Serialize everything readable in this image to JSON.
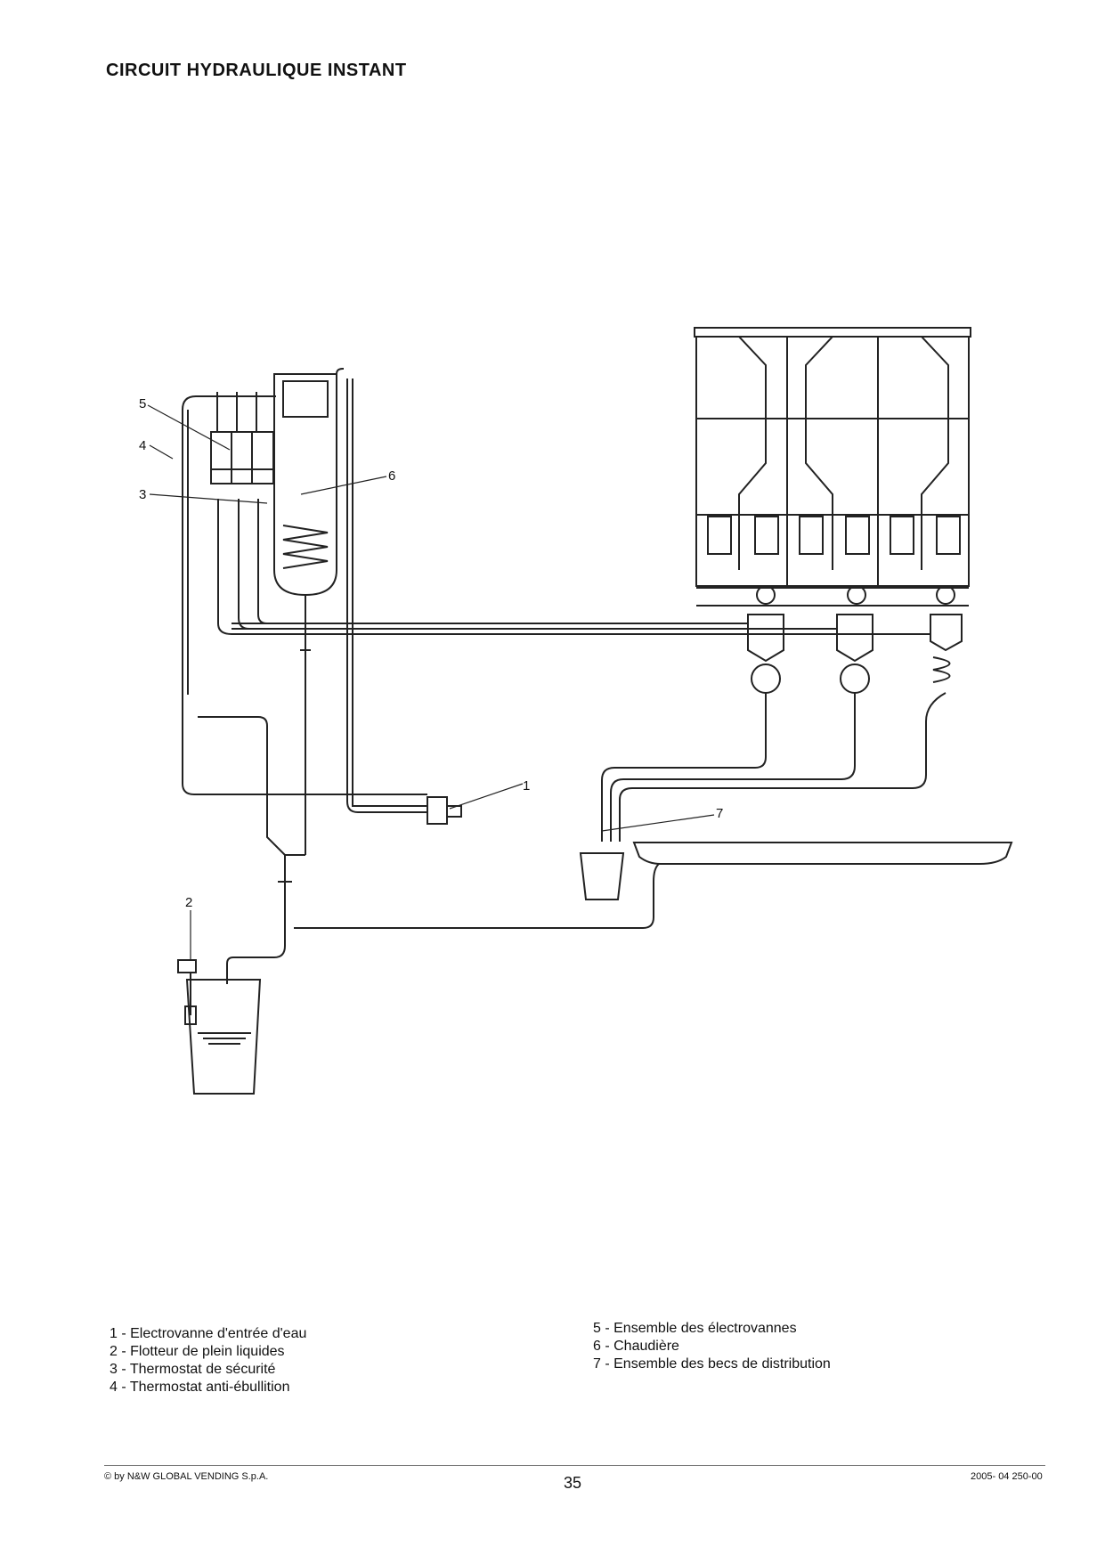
{
  "title": "CIRCUIT HYDRAULIQUE INSTANT",
  "callouts": [
    {
      "id": "1",
      "label": "1"
    },
    {
      "id": "2",
      "label": "2"
    },
    {
      "id": "3",
      "label": "3"
    },
    {
      "id": "4",
      "label": "4"
    },
    {
      "id": "5",
      "label": "5"
    },
    {
      "id": "6",
      "label": "6"
    },
    {
      "id": "7",
      "label": "7"
    }
  ],
  "legend_left": [
    "1 - Electrovanne d'entrée d'eau",
    "2 - Flotteur de plein liquides",
    "3 - Thermostat de sécurité",
    "4 - Thermostat anti-ébullition"
  ],
  "legend_right": [
    "5 - Ensemble des électrovannes",
    "6 - Chaudière",
    "7 - Ensemble des becs de distribution"
  ],
  "footer": {
    "copyright": "© by N&W GLOBAL VENDING S.p.A.",
    "page_number": "35",
    "doc_code": "2005- 04 250-00"
  }
}
